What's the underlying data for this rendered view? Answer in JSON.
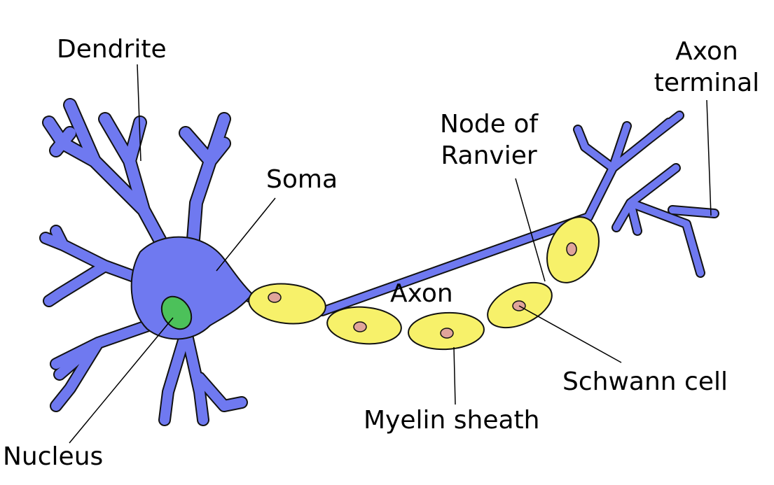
{
  "labels": {
    "dendrite": "Dendrite",
    "soma": "Soma",
    "nucleus": "Nucleus",
    "axon": "Axon",
    "node_of_ranvier_line1": "Node of",
    "node_of_ranvier_line2": "Ranvier",
    "axon_terminal_line1": "Axon",
    "axon_terminal_line2": "terminal",
    "schwann_cell": "Schwann cell",
    "myelin_sheath": "Myelin sheath"
  },
  "colors": {
    "neuron_body": "#6f79f0",
    "nucleus": "#4cc15a",
    "myelin": "#f7f16a",
    "schwann_nucleus": "#e0a49a",
    "outline": "#111111",
    "leader_line": "#000000"
  }
}
